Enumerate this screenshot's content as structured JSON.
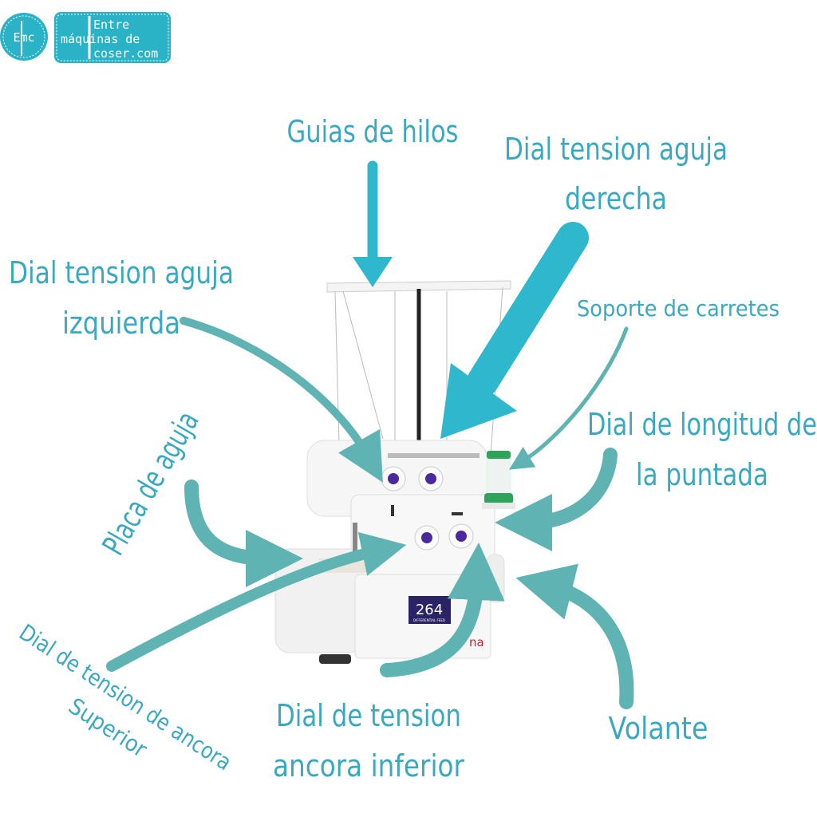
{
  "logo": {
    "badge_text": "Emc",
    "lines": [
      "Entre",
      "máquinas de",
      "coser.com"
    ]
  },
  "labels": {
    "thread_guides": "Guias de hilos",
    "right_needle_1": "Dial tension aguja",
    "right_needle_2": "derecha",
    "left_needle_1": "Dial tension aguja",
    "left_needle_2": "izquierda",
    "spool_holder": "Soporte de carretes",
    "stitch_length_1": "Dial de longitud de",
    "stitch_length_2": "la puntada",
    "needle_plate": "Placa de aguja",
    "upper_looper_1": "Dial de tension de ancora",
    "upper_looper_2": "Superior",
    "lower_looper_1": "Dial de tension",
    "lower_looper_2": "ancora inferior",
    "handwheel": "Volante"
  },
  "machine": {
    "model_number": "264",
    "model_subtitle": "DIFFERENTIAL FEED",
    "brand_fragment": "na"
  },
  "colors": {
    "label": "#3aa9c0",
    "bright_arrow": "#2fb8cd",
    "soft_arrow": "#5fb3b3",
    "dial_center": "#4a2a9a",
    "brand_red": "#c8232c"
  }
}
